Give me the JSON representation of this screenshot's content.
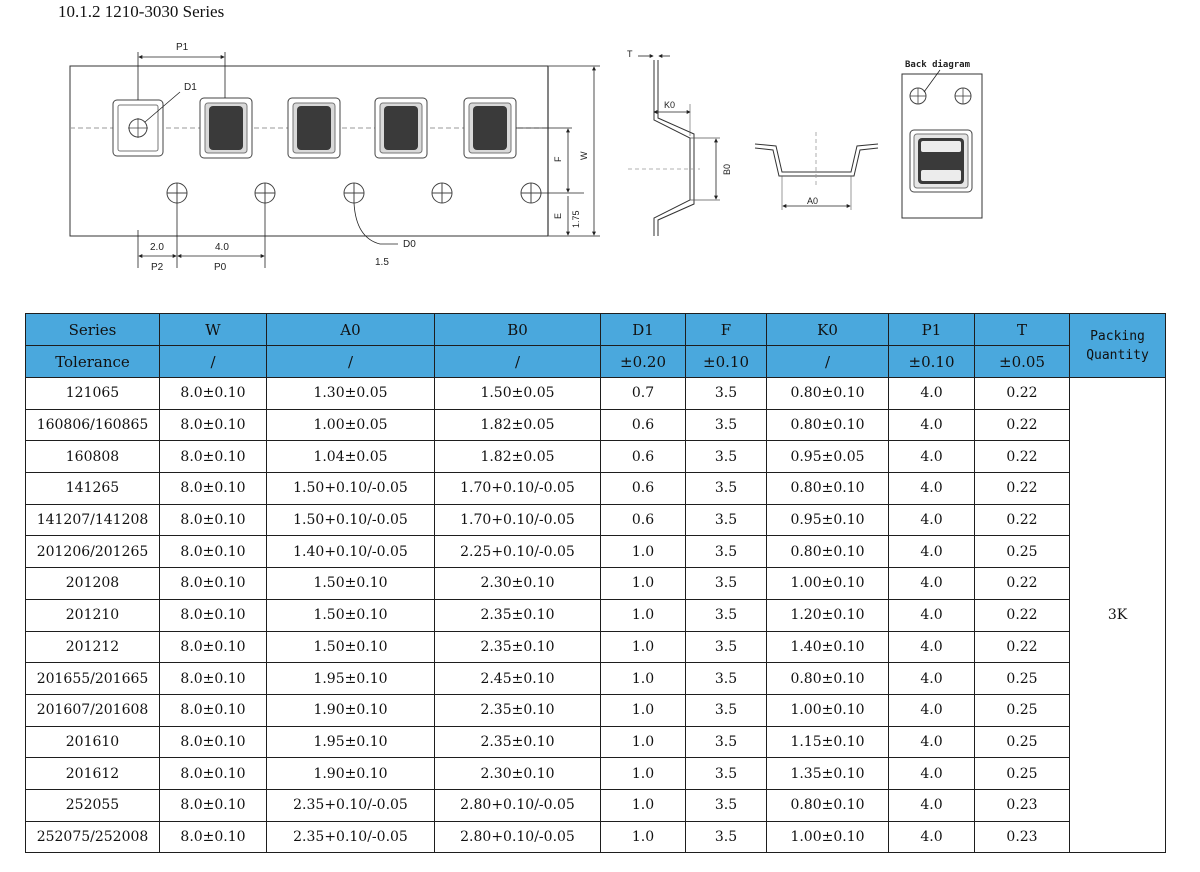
{
  "page": {
    "title": "10.1.2 1210-3030 Series"
  },
  "drawing": {
    "labels": {
      "p1": "P1",
      "d1": "D1",
      "d0": "D0",
      "p2_value": "2.0",
      "p0_value": "4.0",
      "p2": "P2",
      "p0": "P0",
      "hole_value": "1.5",
      "f": "F",
      "w": "W",
      "e": "E",
      "e_value": "1.75",
      "t": "T",
      "k0": "K0",
      "b0": "B0",
      "a0": "A0",
      "back_diagram": "Back diagram"
    }
  },
  "table": {
    "headers": [
      "Series",
      "W",
      "A0",
      "B0",
      "D1",
      "F",
      "K0",
      "P1",
      "T"
    ],
    "packing_header": [
      "Packing",
      "Quantity"
    ],
    "tolerance_row": [
      "Tolerance",
      "/",
      "/",
      "/",
      "±0.20",
      "±0.10",
      "/",
      "±0.10",
      "±0.05"
    ],
    "packing_value": "3K",
    "rows": [
      [
        "121065",
        "8.0±0.10",
        "1.30±0.05",
        "1.50±0.05",
        "0.7",
        "3.5",
        "0.80±0.10",
        "4.0",
        "0.22"
      ],
      [
        "160806/160865",
        "8.0±0.10",
        "1.00±0.05",
        "1.82±0.05",
        "0.6",
        "3.5",
        "0.80±0.10",
        "4.0",
        "0.22"
      ],
      [
        "160808",
        "8.0±0.10",
        "1.04±0.05",
        "1.82±0.05",
        "0.6",
        "3.5",
        "0.95±0.05",
        "4.0",
        "0.22"
      ],
      [
        "141265",
        "8.0±0.10",
        "1.50+0.10/-0.05",
        "1.70+0.10/-0.05",
        "0.6",
        "3.5",
        "0.80±0.10",
        "4.0",
        "0.22"
      ],
      [
        "141207/141208",
        "8.0±0.10",
        "1.50+0.10/-0.05",
        "1.70+0.10/-0.05",
        "0.6",
        "3.5",
        "0.95±0.10",
        "4.0",
        "0.22"
      ],
      [
        "201206/201265",
        "8.0±0.10",
        "1.40+0.10/-0.05",
        "2.25+0.10/-0.05",
        "1.0",
        "3.5",
        "0.80±0.10",
        "4.0",
        "0.25"
      ],
      [
        "201208",
        "8.0±0.10",
        "1.50±0.10",
        "2.30±0.10",
        "1.0",
        "3.5",
        "1.00±0.10",
        "4.0",
        "0.22"
      ],
      [
        "201210",
        "8.0±0.10",
        "1.50±0.10",
        "2.35±0.10",
        "1.0",
        "3.5",
        "1.20±0.10",
        "4.0",
        "0.22"
      ],
      [
        "201212",
        "8.0±0.10",
        "1.50±0.10",
        "2.35±0.10",
        "1.0",
        "3.5",
        "1.40±0.10",
        "4.0",
        "0.22"
      ],
      [
        "201655/201665",
        "8.0±0.10",
        "1.95±0.10",
        "2.45±0.10",
        "1.0",
        "3.5",
        "0.80±0.10",
        "4.0",
        "0.25"
      ],
      [
        "201607/201608",
        "8.0±0.10",
        "1.90±0.10",
        "2.35±0.10",
        "1.0",
        "3.5",
        "1.00±0.10",
        "4.0",
        "0.25"
      ],
      [
        "201610",
        "8.0±0.10",
        "1.95±0.10",
        "2.35±0.10",
        "1.0",
        "3.5",
        "1.15±0.10",
        "4.0",
        "0.25"
      ],
      [
        "201612",
        "8.0±0.10",
        "1.90±0.10",
        "2.30±0.10",
        "1.0",
        "3.5",
        "1.35±0.10",
        "4.0",
        "0.25"
      ],
      [
        "252055",
        "8.0±0.10",
        "2.35+0.10/-0.05",
        "2.80+0.10/-0.05",
        "1.0",
        "3.5",
        "0.80±0.10",
        "4.0",
        "0.23"
      ],
      [
        "252075/252008",
        "8.0±0.10",
        "2.35+0.10/-0.05",
        "2.80+0.10/-0.05",
        "1.0",
        "3.5",
        "1.00±0.10",
        "4.0",
        "0.23"
      ]
    ]
  }
}
